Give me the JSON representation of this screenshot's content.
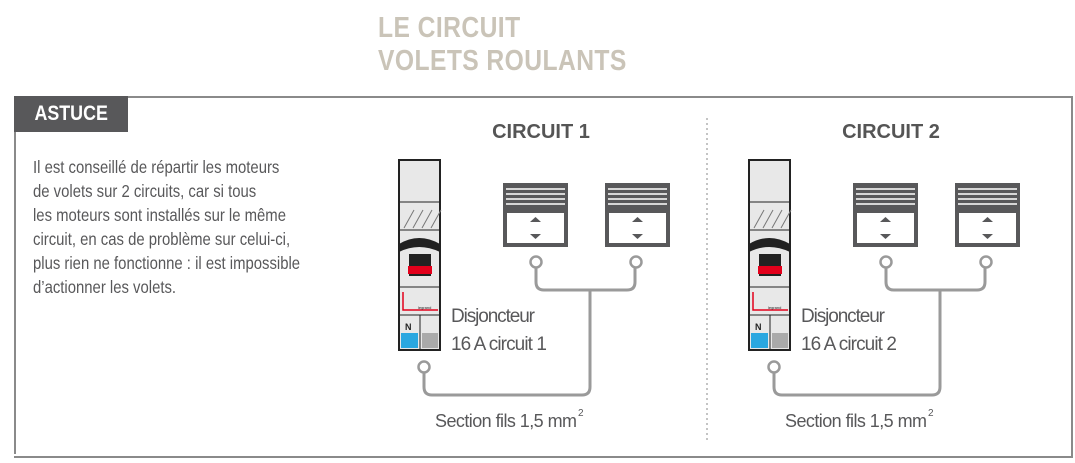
{
  "title": {
    "line1": "LE CIRCUIT",
    "line2": "VOLETS ROULANTS"
  },
  "astuce": {
    "label": "ASTUCE",
    "text": "Il est conseillé de répartir les moteurs\nde volets sur 2 circuits, car si tous\nles moteurs sont installés sur le même\ncircuit, en cas de problème sur celui-ci,\nplus rien ne fonctionne : il est impossible\nd’actionner les volets."
  },
  "circuits": [
    {
      "title": "CIRCUIT 1",
      "breaker_line1": "Disjoncteur",
      "breaker_line2": "16 A circuit 1",
      "section": "Section fils 1,5 mm",
      "section_sup": "2",
      "neutral": "N",
      "brand": "legrand"
    },
    {
      "title": "CIRCUIT 2",
      "breaker_line1": "Disjoncteur",
      "breaker_line2": "16 A circuit 2",
      "section": "Section fils 1,5 mm",
      "section_sup": "2",
      "neutral": "N",
      "brand": "legrand"
    }
  ],
  "colors": {
    "title": "#cac4b8",
    "dark": "#58585a",
    "wire": "#9a9a9a",
    "red": "#e3001b",
    "blue": "#2aa7e0"
  }
}
